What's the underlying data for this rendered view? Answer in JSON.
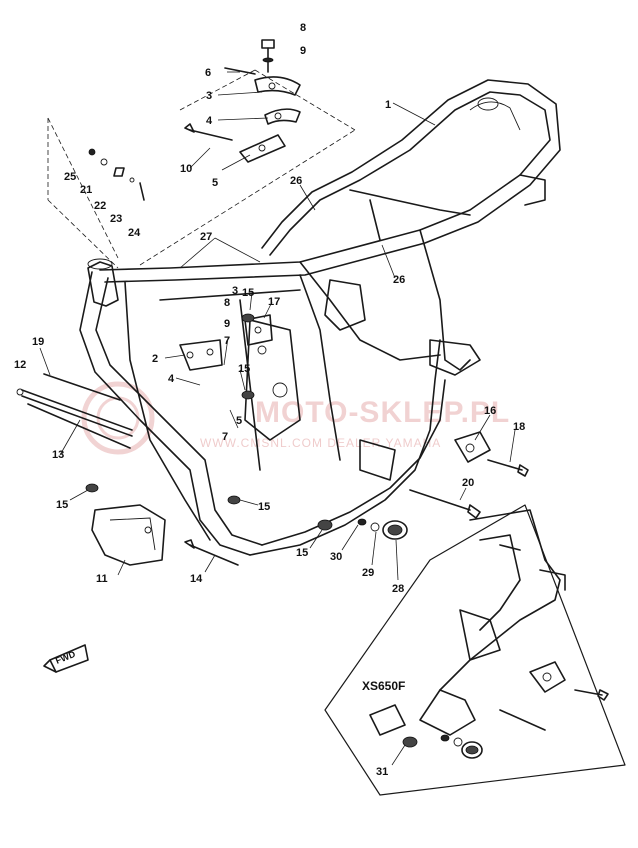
{
  "variant_label": "XS650F",
  "forward_marker": "FWD",
  "watermark": {
    "main": "MOTO-SKLEP.PL",
    "sub": "WWW.CMSNL.COM DEALER YAMAHA"
  },
  "callouts": [
    {
      "id": "c1",
      "label": "1"
    },
    {
      "id": "c2",
      "label": "2"
    },
    {
      "id": "c3a",
      "label": "3"
    },
    {
      "id": "c3b",
      "label": "3"
    },
    {
      "id": "c4a",
      "label": "4"
    },
    {
      "id": "c4b",
      "label": "4"
    },
    {
      "id": "c5a",
      "label": "5"
    },
    {
      "id": "c5b",
      "label": "5"
    },
    {
      "id": "c6",
      "label": "6"
    },
    {
      "id": "c7a",
      "label": "7"
    },
    {
      "id": "c7b",
      "label": "7"
    },
    {
      "id": "c8a",
      "label": "8"
    },
    {
      "id": "c8b",
      "label": "8"
    },
    {
      "id": "c9a",
      "label": "9"
    },
    {
      "id": "c9b",
      "label": "9"
    },
    {
      "id": "c10",
      "label": "10"
    },
    {
      "id": "c11",
      "label": "11"
    },
    {
      "id": "c12",
      "label": "12"
    },
    {
      "id": "c13",
      "label": "13"
    },
    {
      "id": "c14",
      "label": "14"
    },
    {
      "id": "c15a",
      "label": "15"
    },
    {
      "id": "c15b",
      "label": "15"
    },
    {
      "id": "c15c",
      "label": "15"
    },
    {
      "id": "c15d",
      "label": "15"
    },
    {
      "id": "c15e",
      "label": "15"
    },
    {
      "id": "c16",
      "label": "16"
    },
    {
      "id": "c17",
      "label": "17"
    },
    {
      "id": "c18",
      "label": "18"
    },
    {
      "id": "c19",
      "label": "19"
    },
    {
      "id": "c20",
      "label": "20"
    },
    {
      "id": "c21",
      "label": "21"
    },
    {
      "id": "c22",
      "label": "22"
    },
    {
      "id": "c23",
      "label": "23"
    },
    {
      "id": "c24",
      "label": "24"
    },
    {
      "id": "c25",
      "label": "25"
    },
    {
      "id": "c26a",
      "label": "26"
    },
    {
      "id": "c26b",
      "label": "26"
    },
    {
      "id": "c27",
      "label": "27"
    },
    {
      "id": "c28",
      "label": "28"
    },
    {
      "id": "c29",
      "label": "29"
    },
    {
      "id": "c30",
      "label": "30"
    },
    {
      "id": "c31",
      "label": "31"
    }
  ]
}
